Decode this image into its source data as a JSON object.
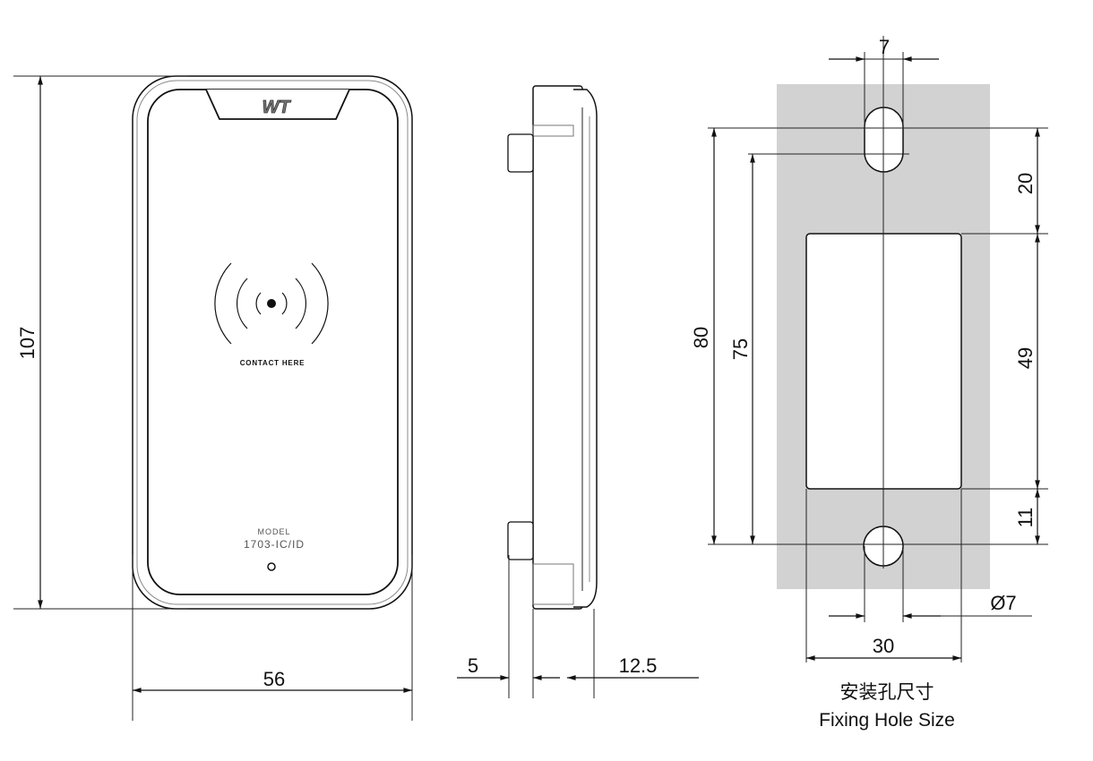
{
  "front_view": {
    "logo": "WT",
    "contact_label": "CONTACT HERE",
    "model_label": "MODEL",
    "model_number": "1703-IC/ID",
    "dim_height": "107",
    "dim_width": "56"
  },
  "side_view": {
    "dim_peg": "5",
    "dim_depth": "12.5"
  },
  "hole_view": {
    "dim_slot_width": "7",
    "dim_total_height": "80",
    "dim_hole_spacing": "75",
    "dim_top": "20",
    "dim_cutout_height": "49",
    "dim_bottom": "11",
    "dim_hole_diameter": "Ø7",
    "dim_cutout_width": "30",
    "caption_cn": "安装孔尺寸",
    "caption_en": "Fixing Hole Size"
  },
  "colors": {
    "plate": "#d2d2d2",
    "line": "#111111"
  }
}
